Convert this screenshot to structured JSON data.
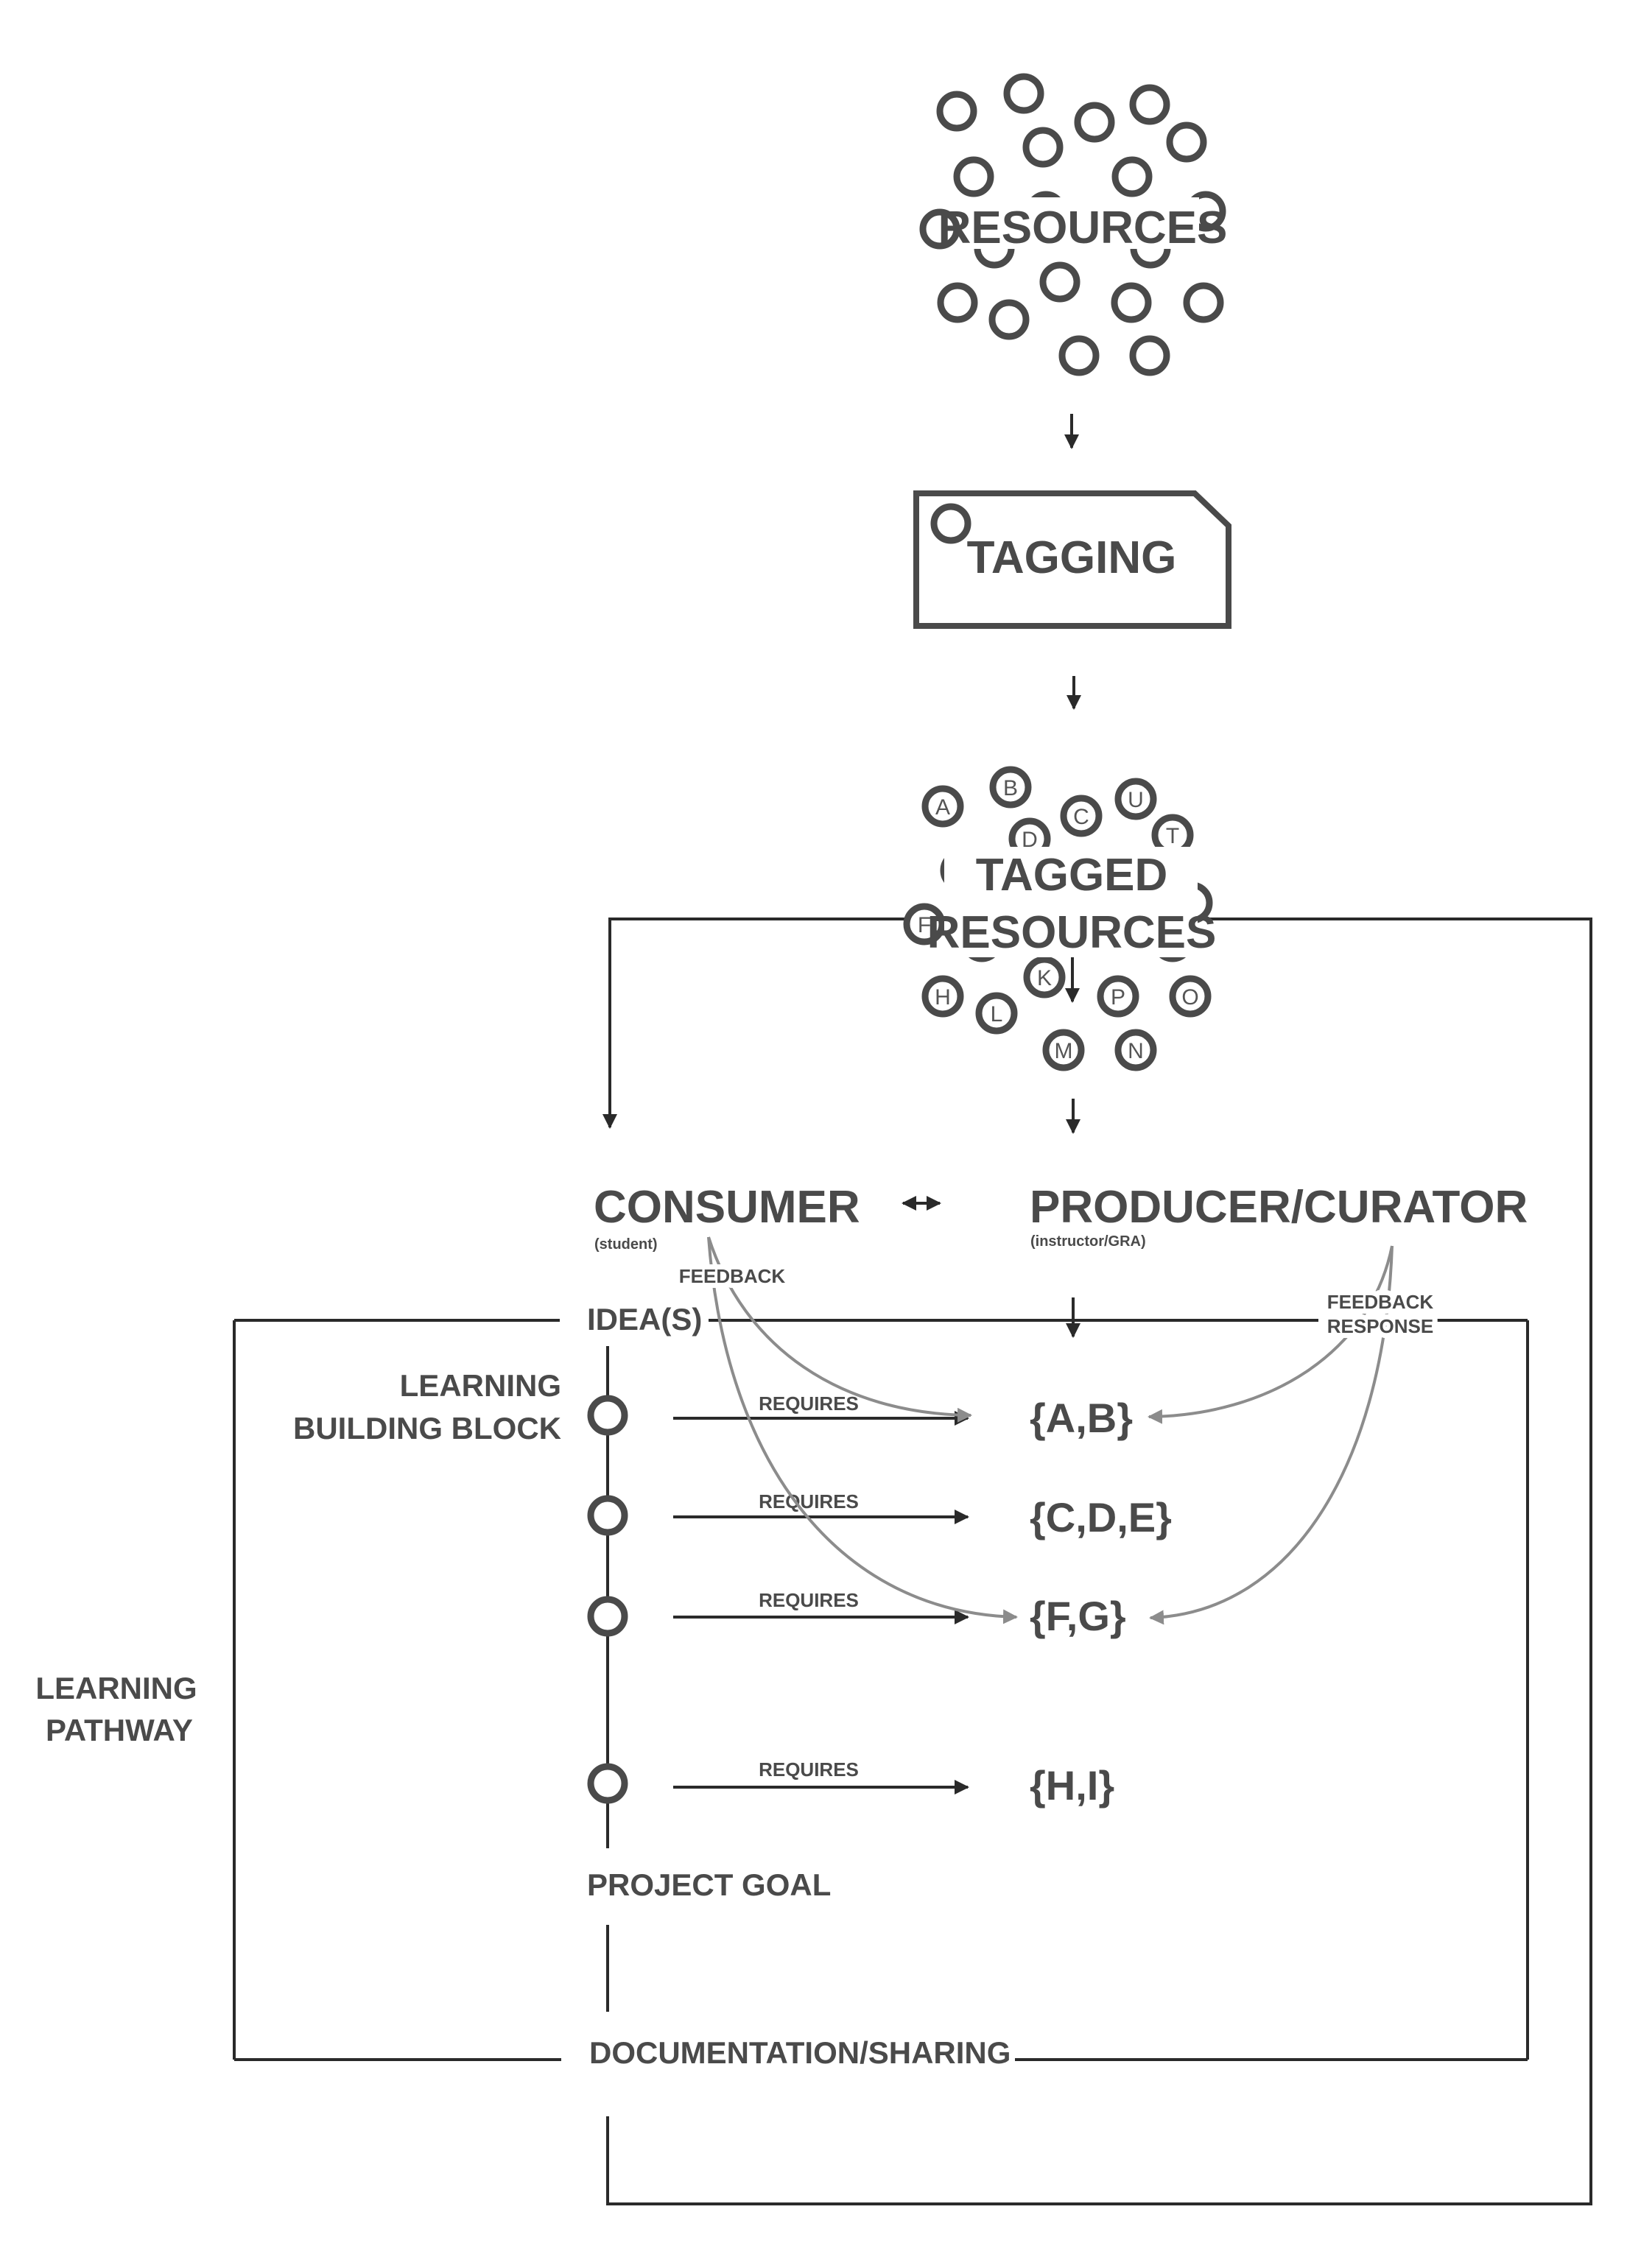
{
  "resources": {
    "label": "RESOURCES"
  },
  "tagging": {
    "label": "TAGGING"
  },
  "tagged_resources": {
    "label_line1": "TAGGED",
    "label_line2": "RESOURCES",
    "tags": [
      "A",
      "B",
      "C",
      "U",
      "D",
      "T",
      "F",
      "H",
      "L",
      "K",
      "P",
      "O",
      "M",
      "N"
    ]
  },
  "consumer": {
    "label": "CONSUMER",
    "sub": "(student)"
  },
  "producer": {
    "label": "PRODUCER/CURATOR",
    "sub": "(instructor/GRA)"
  },
  "feedback": {
    "label": "FEEDBACK"
  },
  "feedback_response": {
    "line1": "FEEDBACK",
    "line2": "RESPONSE"
  },
  "ideas": {
    "label": "IDEA(S)"
  },
  "learning_building_block": {
    "line1": "LEARNING",
    "line2": "BUILDING BLOCK"
  },
  "learning_pathway": {
    "line1": "LEARNING",
    "line2": "PATHWAY"
  },
  "requirements": [
    {
      "verb": "REQUIRES",
      "set": "{A,B}"
    },
    {
      "verb": "REQUIRES",
      "set": "{C,D,E}"
    },
    {
      "verb": "REQUIRES",
      "set": "{F,G}"
    },
    {
      "verb": "REQUIRES",
      "set": "{H,I}"
    }
  ],
  "project_goal": {
    "label": "PROJECT GOAL"
  },
  "documentation": {
    "label": "DOCUMENTATION/SHARING"
  },
  "colors": {
    "ink": "#4a4a4a",
    "line": "#2a2a2a",
    "feedback": "#8c8c8c",
    "background": "#ffffff"
  }
}
